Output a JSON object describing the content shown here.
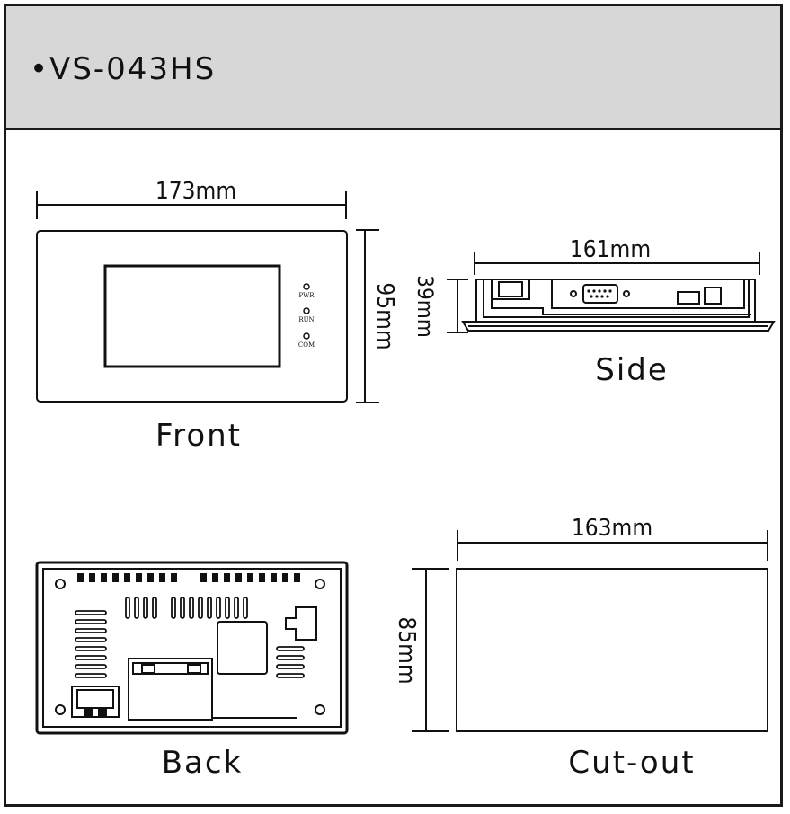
{
  "header": {
    "model": "•VS-043HS"
  },
  "front": {
    "caption": "Front",
    "width_dim": "173mm",
    "height_dim": "95mm",
    "leds": [
      "PWR",
      "RUN",
      "COM"
    ]
  },
  "side": {
    "caption": "Side",
    "width_dim": "161mm",
    "depth_dim": "39mm"
  },
  "back": {
    "caption": "Back"
  },
  "cutout": {
    "caption": "Cut-out",
    "width_dim": "163mm",
    "height_dim": "85mm"
  }
}
